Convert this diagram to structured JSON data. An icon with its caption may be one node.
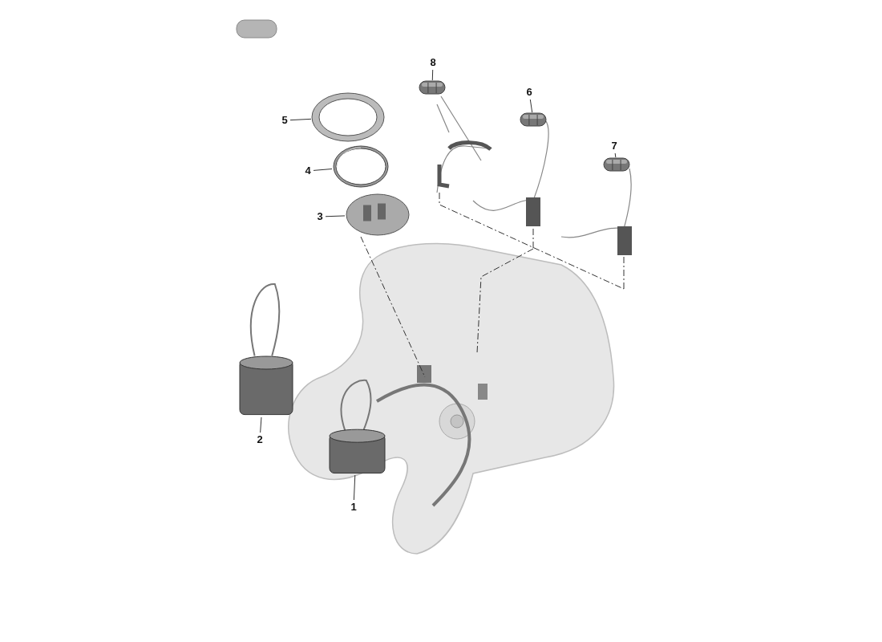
{
  "diagram": {
    "nodes": [
      {
        "text": [
          "8"
        ]
      },
      {
        "text": [
          "6"
        ]
      },
      {
        "text": [
          "5"
        ]
      },
      {
        "text": [
          "7"
        ]
      },
      {
        "text": [
          "4"
        ]
      },
      {
        "text": [
          "3"
        ]
      },
      {
        "text": [
          "2"
        ]
      },
      {
        "text": [
          "1"
        ]
      },
      {
        "text": [],
        "shape": "picture"
      },
      {
        "text": [],
        "shape": "picture"
      },
      {
        "text": [],
        "shape": "picture"
      },
      {
        "text": [],
        "shape": "picture"
      },
      {
        "text": [],
        "shape": "picture"
      },
      {
        "text": [],
        "shape": "picture"
      },
      {
        "text": [],
        "shape": "picture"
      },
      {
        "text": [],
        "shape": "picture"
      }
    ],
    "edges": [
      {
        "from": 0,
        "to": 8,
        "arrow": "none"
      },
      {
        "from": 1,
        "to": 9,
        "arrow": "none"
      },
      {
        "from": 2,
        "to": 10,
        "arrow": "none"
      },
      {
        "from": 3,
        "to": 11,
        "arrow": "none"
      },
      {
        "from": 4,
        "to": 12,
        "arrow": "none"
      },
      {
        "from": 5,
        "to": 13,
        "arrow": "none"
      },
      {
        "from": 6,
        "to": 14,
        "arrow": "none"
      },
      {
        "from": 7,
        "to": 15,
        "arrow": "none"
      }
    ]
  }
}
